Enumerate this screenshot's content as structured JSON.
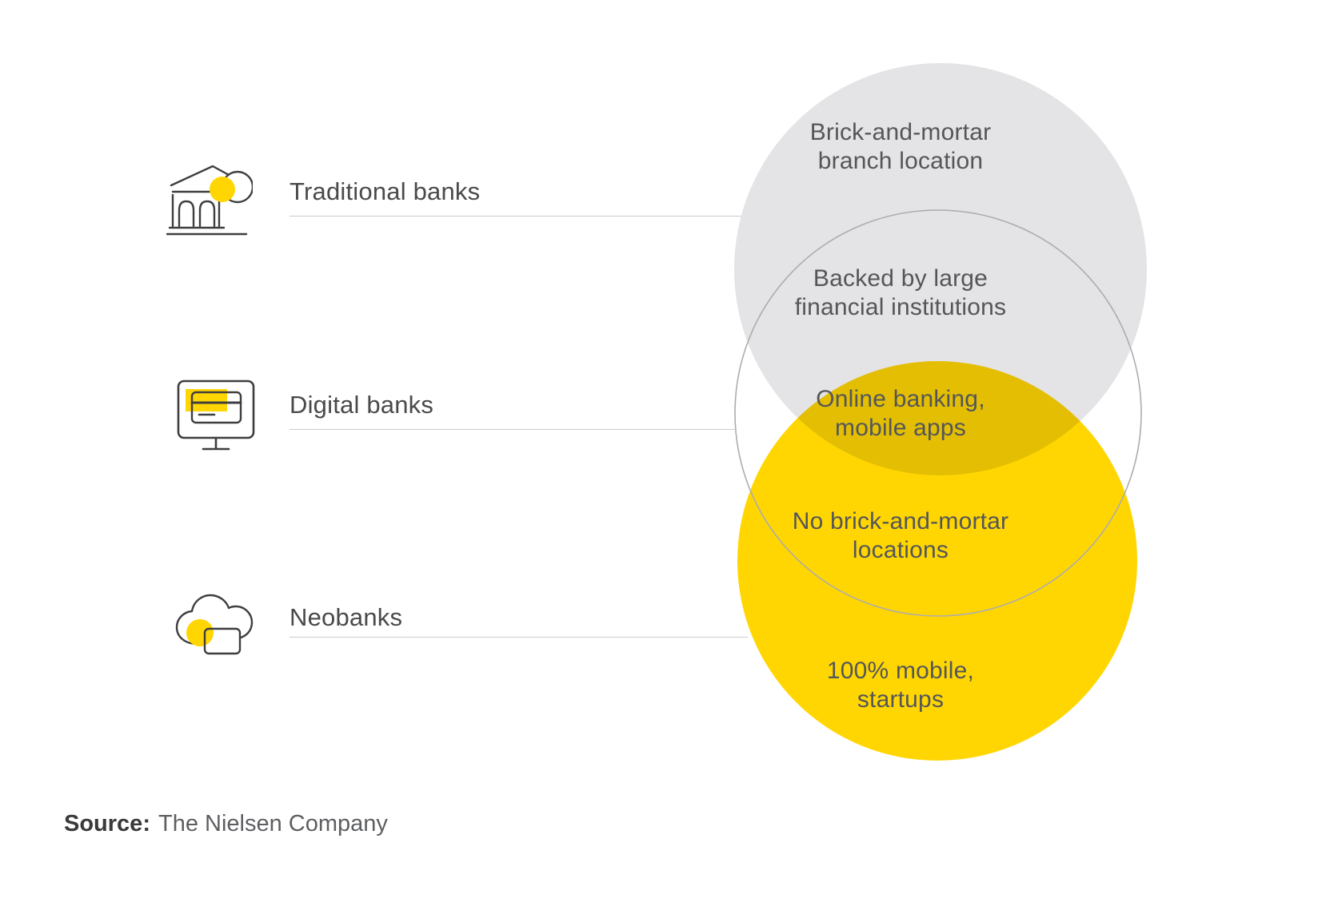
{
  "colors": {
    "background": "#FFFFFF",
    "accent-yellow": "#FFD602",
    "venn-gray": "#E4E3E5",
    "venn-outline": "#ACACAE",
    "venn-text": "#54565A",
    "label-text": "#4A4A4C",
    "underline": "#CACBCC",
    "icon-stroke": "#3E3E40",
    "source-label": "#3A3A3C",
    "source-text": "#5E5F62"
  },
  "legend": {
    "rows": [
      {
        "label": "Traditional banks",
        "icon": "bank-building-icon"
      },
      {
        "label": "Digital banks",
        "icon": "monitor-card-icon"
      },
      {
        "label": "Neobanks",
        "icon": "cloud-card-icon"
      }
    ]
  },
  "venn": {
    "circles": [
      {
        "id": "traditional",
        "style": "filled-gray"
      },
      {
        "id": "digital",
        "style": "outline"
      },
      {
        "id": "neobanks",
        "style": "filled-yellow"
      }
    ],
    "regions": [
      {
        "id": "traditional-only",
        "line1": "Brick-and-mortar",
        "line2": "branch location"
      },
      {
        "id": "traditional-digital-overlap",
        "line1": "Backed by large",
        "line2": "financial institutions"
      },
      {
        "id": "digital-neobanks-traditional-overlap",
        "line1": "Online banking,",
        "line2": "mobile apps"
      },
      {
        "id": "digital-neobanks-overlap",
        "line1": "No brick-and-mortar",
        "line2": "locations"
      },
      {
        "id": "neobanks-only",
        "line1": "100% mobile,",
        "line2": "startups"
      }
    ]
  },
  "source": {
    "label": "Source:",
    "company": "The Nielsen Company"
  }
}
